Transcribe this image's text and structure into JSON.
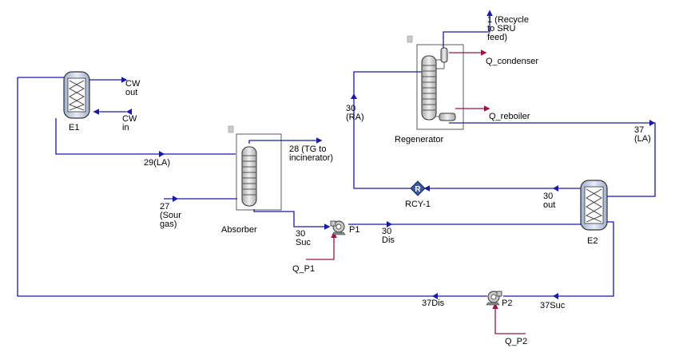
{
  "colors": {
    "material_stream": "#1a1aa8",
    "energy_stream": "#a0104a",
    "equipment_stroke": "#333333",
    "exchanger_fill": "#c8d4e8",
    "column_fill": "#d8d8d8",
    "recycle_fill": "#3a5a9a"
  },
  "units": {
    "e1": "E1",
    "absorber": "Absorber",
    "regenerator": "Regenerator",
    "e2": "E2",
    "p1": "P1",
    "p2": "P2",
    "rcy1": "RCY-1",
    "rcy1_symbol": "R"
  },
  "streams": {
    "cw_out": [
      "CW",
      "out"
    ],
    "cw_in": [
      "CW",
      "in"
    ],
    "s29": "29(LA)",
    "s28": [
      "28 (TG to",
      "incinerator)"
    ],
    "s27": [
      "27",
      "(Sour",
      "gas)"
    ],
    "s30_suc": [
      "30",
      "Suc"
    ],
    "s30_dis": [
      "30",
      "Dis"
    ],
    "s30_ra": [
      "30",
      "(RA)"
    ],
    "s1": [
      "1 (Recycle",
      "to SRU",
      "feed)"
    ],
    "s37_la": [
      "37",
      "(LA)"
    ],
    "s30_out": [
      "30",
      "out"
    ],
    "s37_suc": "37Suc",
    "s37_dis": "37Dis"
  },
  "energy": {
    "q_condenser": "Q_condenser",
    "q_reboiler": "Q_reboiler",
    "q_p1": "Q_P1",
    "q_p2": "Q_P2"
  }
}
